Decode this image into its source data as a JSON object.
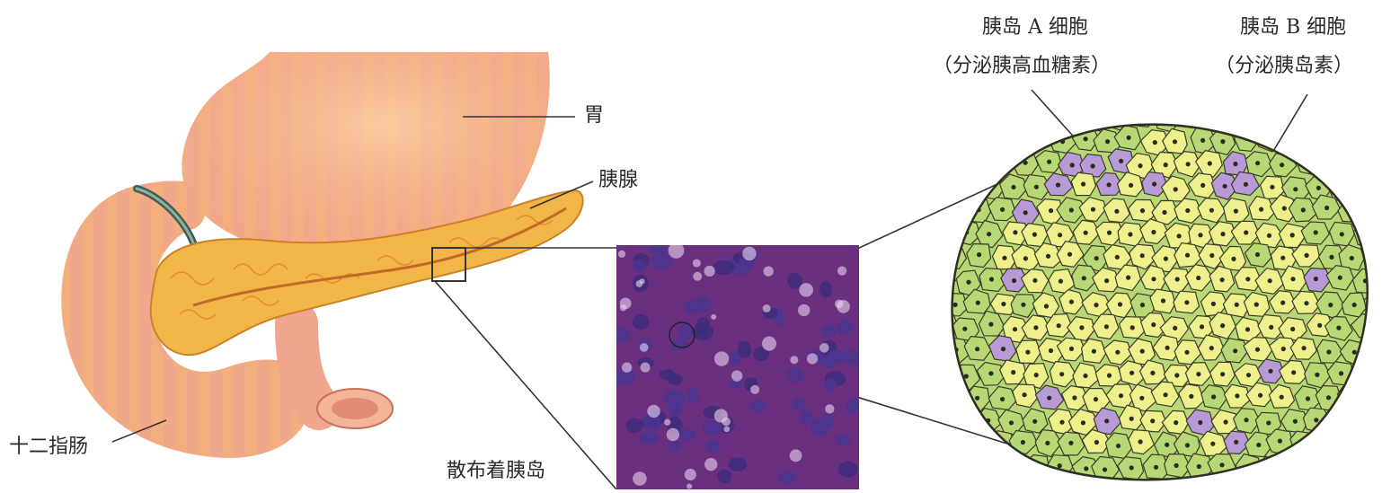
{
  "labels": {
    "stomach": "胃",
    "pancreas": "胰腺",
    "duodenum": "十二指肠",
    "islets": "散布着胰岛",
    "a_cell_title": "胰岛 A 细胞",
    "a_cell_note": "（分泌胰高血糖素）",
    "b_cell_title": "胰岛 B 细胞",
    "b_cell_note": "（分泌胰岛素）"
  },
  "colors": {
    "organ_fill": "#f6b07a",
    "organ_stripe": "#f4a8a2",
    "pancreas_fill": "#f3b44a",
    "micrograph_bg": "#7a3d8a",
    "b_cell": "#eef08c",
    "a_cell": "#b79ad6",
    "d_cell": "#b7d874",
    "cell_outline": "#3a3a2a",
    "leader_line": "#333333"
  },
  "icons": [
    "stomach-illustration",
    "pancreas-illustration",
    "duodenum-illustration",
    "micrograph",
    "islet-diagram"
  ]
}
